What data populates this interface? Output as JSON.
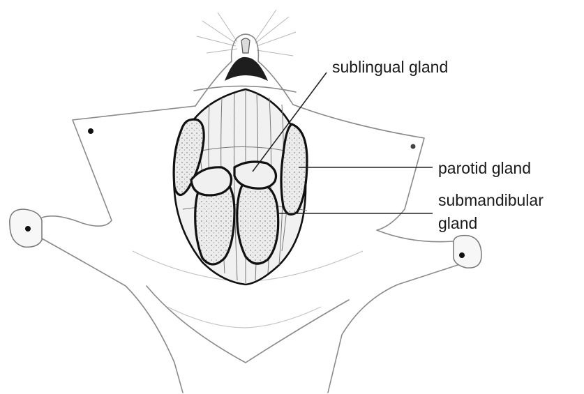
{
  "labels": {
    "sublingual": "sublingual gland",
    "parotid": "parotid gland",
    "submandibular_line1": "submandibular",
    "submandibular_line2": "gland"
  },
  "colors": {
    "line": "#111111",
    "skin_outline": "#8a8a8a",
    "gland_fill": "#e9e9e9",
    "background": "#ffffff"
  }
}
